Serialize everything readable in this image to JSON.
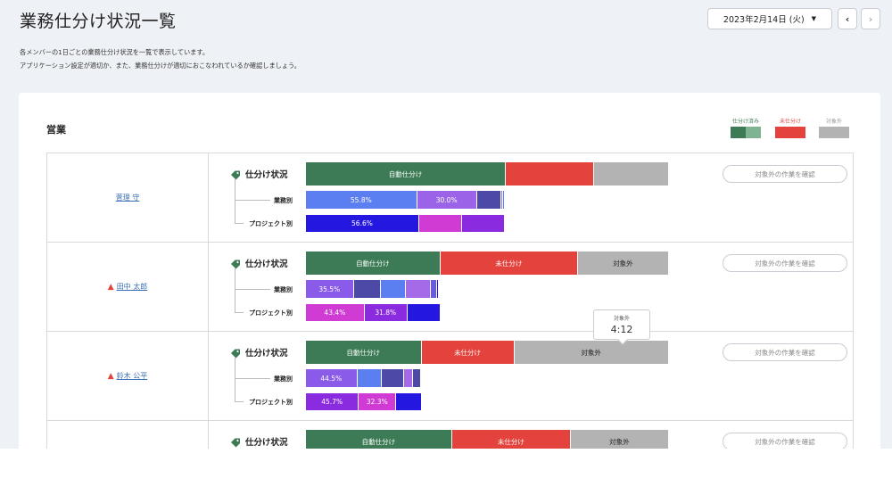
{
  "header": {
    "title": "業務仕分け状況一覧",
    "date": "2023年2月14日 (火)",
    "prev_label": "‹",
    "next_label": "›"
  },
  "description": [
    "各メンバーの1日ごとの業務仕分け状況を一覧で表示しています。",
    "アプリケーション設定が適切か、また、業務仕分けが適切におこなわれているか確認しましょう。"
  ],
  "section": {
    "title": "営業"
  },
  "legend": [
    {
      "label": "仕分け済み",
      "colors": [
        "#3c7b55",
        "#7fb391"
      ]
    },
    {
      "label": "未仕分け",
      "colors": [
        "#e4433d"
      ]
    },
    {
      "label": "対象外",
      "colors": [
        "#b3b3b3"
      ]
    }
  ],
  "labels": {
    "status": "仕分け状況",
    "work": "業務別",
    "project": "プロジェクト別",
    "confirm": "対象外の作業を確認"
  },
  "members": [
    {
      "name": "菅理 守",
      "warning": false,
      "main": [
        {
          "label": "自動仕分け",
          "value": 49.8,
          "color": "#3c7b55"
        },
        {
          "label": "",
          "value": 22.0,
          "color": "#e4433d"
        },
        {
          "label": "",
          "value": 18.6,
          "color": "#b3b3b3"
        }
      ],
      "work": [
        {
          "label": "55.8%",
          "value": 27.7,
          "color": "#5b7ef0"
        },
        {
          "label": "30.0%",
          "value": 14.9,
          "color": "#9b63e8"
        },
        {
          "label": "",
          "value": 6.1,
          "color": "#4d49a6"
        },
        {
          "label": "",
          "value": 0.5,
          "color": "#8a7ef0"
        },
        {
          "label": "",
          "value": 0.4,
          "color": "#5b7ef0"
        }
      ],
      "project": [
        {
          "label": "56.6%",
          "value": 28.2,
          "color": "#2418e0"
        },
        {
          "label": "",
          "value": 10.8,
          "color": "#d03bd3"
        },
        {
          "label": "",
          "value": 10.6,
          "color": "#8b2be0"
        }
      ]
    },
    {
      "name": "田中 太郎",
      "warning": true,
      "main": [
        {
          "label": "自動仕分け",
          "value": 33.5,
          "color": "#3c7b55"
        },
        {
          "label": "未仕分け",
          "value": 34.3,
          "color": "#e4433d"
        },
        {
          "label": "対象外",
          "value": 22.6,
          "color": "#b3b3b3"
        }
      ],
      "work": [
        {
          "label": "35.5%",
          "value": 11.9,
          "color": "#8a5be8"
        },
        {
          "label": "",
          "value": 6.8,
          "color": "#4d49a6"
        },
        {
          "label": "",
          "value": 6.3,
          "color": "#5b7ef0"
        },
        {
          "label": "",
          "value": 6.1,
          "color": "#a56ae8"
        },
        {
          "label": "",
          "value": 1.6,
          "color": "#6a5ae0"
        },
        {
          "label": "",
          "value": 0.4,
          "color": "#2418e0"
        }
      ],
      "project": [
        {
          "label": "43.4%",
          "value": 14.6,
          "color": "#d03bd3"
        },
        {
          "label": "31.8%",
          "value": 10.7,
          "color": "#8b2be0"
        },
        {
          "label": "",
          "value": 8.2,
          "color": "#2418e0"
        }
      ]
    },
    {
      "name": "鈴木 公平",
      "warning": true,
      "main": [
        {
          "label": "自動仕分け",
          "value": 28.8,
          "color": "#3c7b55"
        },
        {
          "label": "未仕分け",
          "value": 23.1,
          "color": "#e4433d"
        },
        {
          "label": "対象外",
          "value": 38.5,
          "color": "#b3b3b3"
        }
      ],
      "work": [
        {
          "label": "44.5%",
          "value": 12.8,
          "color": "#8a5be8"
        },
        {
          "label": "",
          "value": 6.1,
          "color": "#5b7ef0"
        },
        {
          "label": "",
          "value": 5.5,
          "color": "#4d49a6"
        },
        {
          "label": "",
          "value": 2.2,
          "color": "#a56ae8"
        },
        {
          "label": "",
          "value": 2.0,
          "color": "#4d49a6"
        },
        {
          "label": "",
          "value": 0.4,
          "color": "#2418e0"
        }
      ],
      "project": [
        {
          "label": "45.7%",
          "value": 13.2,
          "color": "#8b2be0"
        },
        {
          "label": "32.3%",
          "value": 9.3,
          "color": "#d03bd3"
        },
        {
          "label": "",
          "value": 6.3,
          "color": "#2418e0"
        }
      ]
    },
    {
      "name": "",
      "warning": false,
      "main": [
        {
          "label": "自動仕分け",
          "value": 36.4,
          "color": "#3c7b55"
        },
        {
          "label": "未仕分け",
          "value": 29.6,
          "color": "#e4433d"
        },
        {
          "label": "対象外",
          "value": 24.4,
          "color": "#b3b3b3"
        }
      ],
      "work": [],
      "project": []
    }
  ],
  "tooltip": {
    "label": "対象外",
    "value": "4:12"
  }
}
